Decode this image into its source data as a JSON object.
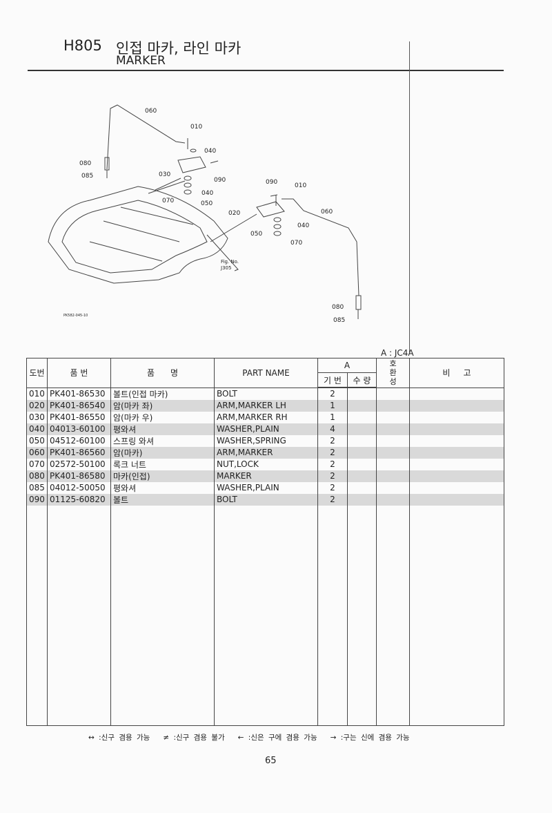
{
  "header": {
    "code": "H805",
    "title_ko": "인접 마카, 라인 마카",
    "title_en": "MARKER"
  },
  "diagram": {
    "callouts": [
      "060",
      "010",
      "040",
      "080",
      "085",
      "030",
      "090",
      "070",
      "050",
      "040",
      "090",
      "010",
      "020",
      "060",
      "040",
      "050",
      "070",
      "080",
      "085"
    ],
    "fig_ref_label": "Fig. No.",
    "fig_ref": "J305",
    "drawing_no": "PK582-045-10"
  },
  "model_note": "A : JC4A",
  "table": {
    "headers": {
      "ref": "도번",
      "part_no": "품  번",
      "name_ko": "품      명",
      "part_name": "PART NAME",
      "group": "A",
      "qty_base": "기 번",
      "qty": "수 량",
      "interchange": "호\n환\n성",
      "remarks": "비     고"
    },
    "rows": [
      {
        "ref": "010",
        "part_no": "PK401-86530",
        "name_ko": "볼트(인접 마카)",
        "part_name": "BOLT",
        "qty": "2"
      },
      {
        "ref": "020",
        "part_no": "PK401-86540",
        "name_ko": "암(마카 좌)",
        "part_name": "ARM,MARKER LH",
        "qty": "1"
      },
      {
        "ref": "030",
        "part_no": "PK401-86550",
        "name_ko": "암(마카 우)",
        "part_name": "ARM,MARKER RH",
        "qty": "1"
      },
      {
        "ref": "040",
        "part_no": "04013-60100",
        "name_ko": "평와셔",
        "part_name": "WASHER,PLAIN",
        "qty": "4"
      },
      {
        "ref": "050",
        "part_no": "04512-60100",
        "name_ko": "스프링 와셔",
        "part_name": "WASHER,SPRING",
        "qty": "2"
      },
      {
        "ref": "060",
        "part_no": "PK401-86560",
        "name_ko": "암(마카)",
        "part_name": "ARM,MARKER",
        "qty": "2"
      },
      {
        "ref": "070",
        "part_no": "02572-50100",
        "name_ko": "록크 너트",
        "part_name": "NUT,LOCK",
        "qty": "2"
      },
      {
        "ref": "080",
        "part_no": "PK401-86580",
        "name_ko": "마카(인접)",
        "part_name": "MARKER",
        "qty": "2"
      },
      {
        "ref": "085",
        "part_no": "04012-50050",
        "name_ko": "평와셔",
        "part_name": "WASHER,PLAIN",
        "qty": "2"
      },
      {
        "ref": "090",
        "part_no": "01125-60820",
        "name_ko": "볼트",
        "part_name": "BOLT",
        "qty": "2"
      }
    ]
  },
  "legend": "↔ :신구 겸용 가능   ≠ :신구 겸용 불가   ← :신은 구에 겸용 가능   → :구는 신에 겸용 가능",
  "page_number": "65"
}
